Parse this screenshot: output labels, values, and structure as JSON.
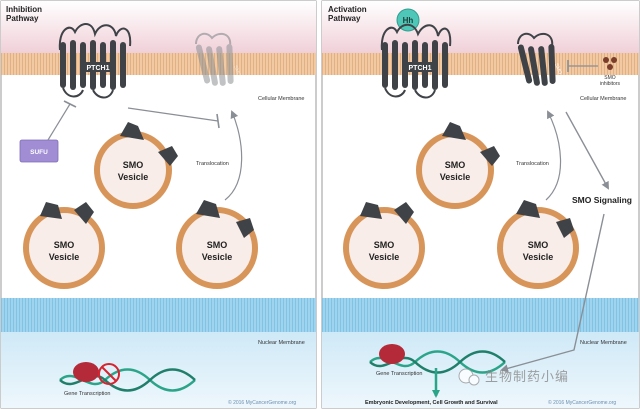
{
  "colors": {
    "pink_band": "#f0d0d8",
    "membrane": "#f1c9a2",
    "membrane_line": "#d9a06e",
    "vesicle_ring": "#d8955a",
    "vesicle_fill": "#f8ede9",
    "nuclear_band": "#9fd3ee",
    "nucleus": "#e3f2fb",
    "receptor": "#3f4347",
    "receptor_light": "#b8babc",
    "sufu_box": "#a08dd4",
    "hh_ball": "#4fc7b8",
    "dna_green": "#2ba58a",
    "rna_red": "#b52a38",
    "arrow": "#8a8f96"
  },
  "left": {
    "title_line1": "Inhibition",
    "title_line2": "Pathway",
    "ptch1_label": "PTCH1",
    "smo_tag": "SMO",
    "cell_membrane_label": "Cellular Membrane",
    "sufu_label": "SUFU",
    "translocation_label": "Translocation",
    "vesicles": [
      {
        "line1": "SMO",
        "line2": "Vesicle"
      },
      {
        "line1": "SMO",
        "line2": "Vesicle"
      },
      {
        "line1": "SMO",
        "line2": "Vesicle"
      }
    ],
    "nuclear_membrane_label": "Nuclear Membrane",
    "gene_transcription_label": "Gene Transcription",
    "credit": "© 2016 MyCancerGenome.org"
  },
  "right": {
    "title_line1": "Activation",
    "title_line2": "Pathway",
    "hh_label": "Hh",
    "ptch1_label": "PTCH1",
    "smo_tag": "SMO",
    "smo_inhibitors_line1": "SMO",
    "smo_inhibitors_line2": "inhibitors",
    "cell_membrane_label": "Cellular Membrane",
    "translocation_label": "Translocation",
    "smo_signaling_label": "SMO Signaling",
    "vesicles": [
      {
        "line1": "SMO",
        "line2": "Vesicle"
      },
      {
        "line1": "SMO",
        "line2": "Vesicle"
      },
      {
        "line1": "SMO",
        "line2": "Vesicle"
      }
    ],
    "nuclear_membrane_label": "Nuclear Membrane",
    "gene_transcription_label": "Gene Transcription",
    "outcome_label": "Embryonic Development, Cell Growth and Survival",
    "credit": "© 2016 MyCancerGenome.org"
  },
  "watermark": "生物制药小编"
}
